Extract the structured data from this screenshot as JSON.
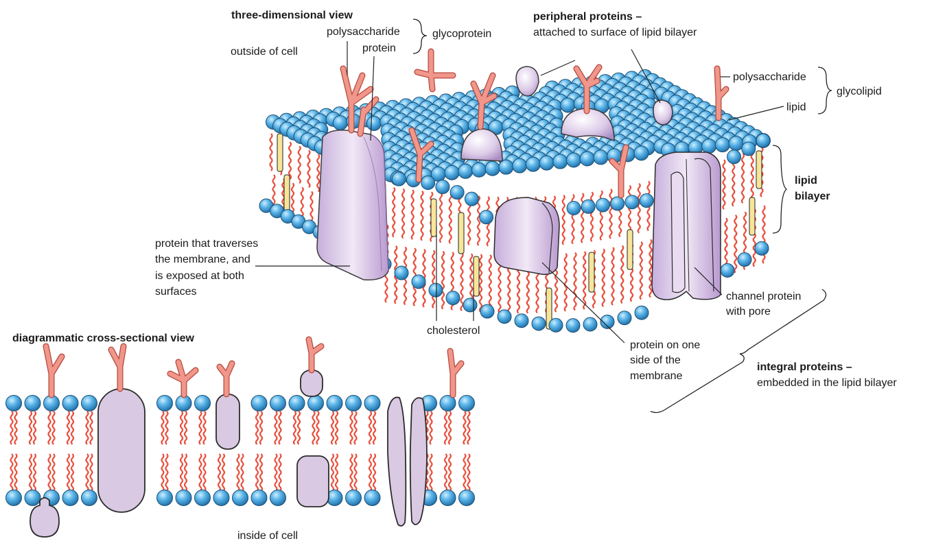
{
  "three_d": {
    "title": "three-dimensional view",
    "outside_label": "outside of cell",
    "glycoprotein": {
      "polysaccharide": "polysaccharide",
      "protein": "protein",
      "group": "glycoprotein"
    },
    "peripheral": {
      "heading": "peripheral proteins –",
      "desc": "attached to surface of lipid bilayer"
    },
    "glycolipid": {
      "polysaccharide": "polysaccharide",
      "lipid": "lipid",
      "group": "glycolipid"
    },
    "bilayer": [
      "lipid",
      "bilayer"
    ],
    "traverse_protein": [
      "protein that traverses",
      "the membrane, and",
      "is exposed at both",
      "surfaces"
    ],
    "cholesterol": "cholesterol",
    "one_side_protein": [
      "protein on one",
      "side of the",
      "membrane"
    ],
    "channel_protein": [
      "channel protein",
      "with pore"
    ],
    "integral": {
      "heading": "integral proteins –",
      "desc": "embedded in the lipid bilayer"
    }
  },
  "cross_section": {
    "title": "diagrammatic cross-sectional view",
    "inside_label": "inside of cell"
  },
  "colors": {
    "head": "#3d9ad6",
    "head_light": "#a9daf5",
    "head_stroke": "#1d4f73",
    "tail": "#e84f3d",
    "protein": "#d9c9e2",
    "protein_stroke": "#2b2b2b",
    "carb": "#f0968a",
    "cholesterol": "#f7e59a"
  }
}
